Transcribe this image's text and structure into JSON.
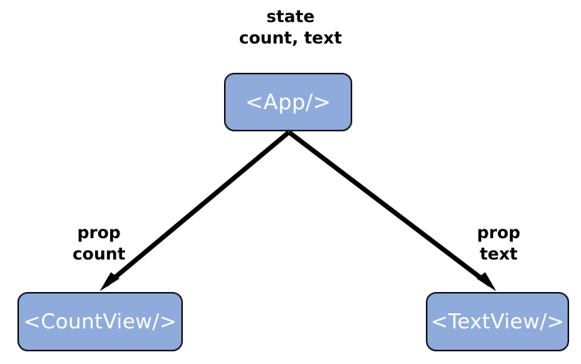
{
  "diagram": {
    "title_annotation": {
      "line1": "state",
      "line2": "count, text"
    },
    "nodes": [
      {
        "id": "app",
        "label": "<App/>"
      },
      {
        "id": "countview",
        "label": "<CountView/>"
      },
      {
        "id": "textview",
        "label": "<TextView/>"
      }
    ],
    "edges": [
      {
        "id": "app-to-countview",
        "from": "app",
        "to": "countview",
        "label_line1": "prop",
        "label_line2": "count"
      },
      {
        "id": "app-to-textview",
        "from": "app",
        "to": "textview",
        "label_line1": "prop",
        "label_line2": "text"
      }
    ],
    "colors": {
      "node_fill": "#8eabdb",
      "node_border": "#16161c",
      "node_text": "#ffffff",
      "annotation_text": "#000000",
      "edge_stroke": "#000000",
      "background": "#ffffff"
    }
  }
}
